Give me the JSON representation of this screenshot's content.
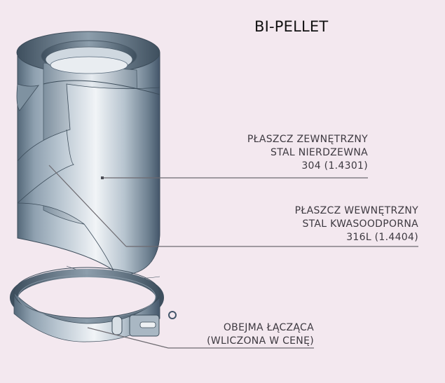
{
  "title": "BI-PELLET",
  "callouts": [
    {
      "lines": [
        "PŁASZCZ ZEWNĘTRZNY",
        "STAL NIERDZEWNA",
        "304 (1.4301)"
      ]
    },
    {
      "lines": [
        "PŁASZCZ WEWNĘTRZNY",
        "STAL KWASOODPORNA",
        "316L (1.4404)"
      ]
    },
    {
      "lines": [
        "OBEJMA ŁĄCZĄCA",
        "(WLICZONA W CENĘ)"
      ]
    }
  ],
  "colors": {
    "background": "#f3e8ef",
    "steel_dark": "#4f6170",
    "steel_light": "#eef1f4",
    "leader_line": "#6d6a70"
  }
}
